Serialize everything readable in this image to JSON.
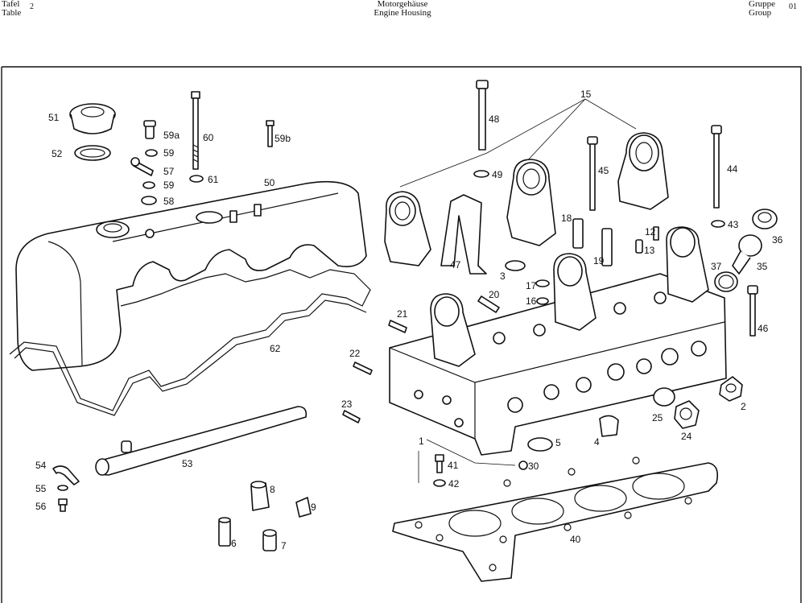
{
  "header": {
    "left_line1": "Tafel",
    "left_line2": "Table",
    "left_number": "2",
    "center_line1": "Motorgehäuse",
    "center_line2": "Engine Housing",
    "right_line1": "Gruppe",
    "right_line2": "Group",
    "right_number": "01"
  },
  "parts": {
    "p1": "1",
    "p2": "2",
    "p3": "3",
    "p4": "4",
    "p5": "5",
    "p6": "6",
    "p7": "7",
    "p8": "8",
    "p9": "9",
    "p12": "12",
    "p13": "13",
    "p15": "15",
    "p16": "16",
    "p17": "17",
    "p18": "18",
    "p19": "19",
    "p20": "20",
    "p21": "21",
    "p22": "22",
    "p23": "23",
    "p24": "24",
    "p25": "25",
    "p30": "30",
    "p35": "35",
    "p36": "36",
    "p37": "37",
    "p40": "40",
    "p41": "41",
    "p42": "42",
    "p43": "43",
    "p44": "44",
    "p45": "45",
    "p46": "46",
    "p47": "47",
    "p48": "48",
    "p49": "49",
    "p50": "50",
    "p51": "51",
    "p52": "52",
    "p53": "53",
    "p54": "54",
    "p55": "55",
    "p56": "56",
    "p57": "57",
    "p58": "58",
    "p59": "59",
    "p59b_lower": "59",
    "p59a": "59a",
    "p59b": "59b",
    "p60": "60",
    "p61": "61",
    "p62": "62"
  }
}
